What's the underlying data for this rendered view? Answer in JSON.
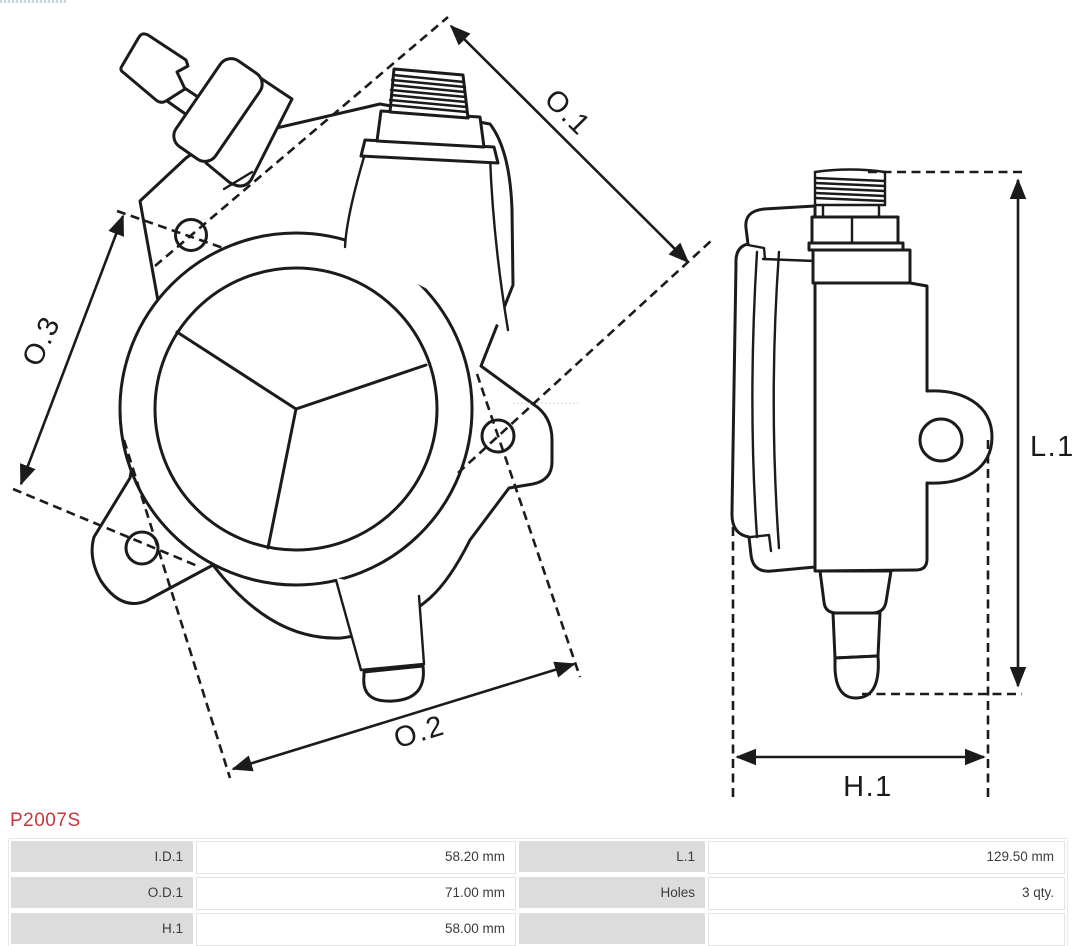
{
  "part": {
    "number": "P2007S"
  },
  "drawing": {
    "labels": {
      "o1": "O.1",
      "o2": "O.2",
      "o3": "O.3",
      "l1": "L.1",
      "h1": "H.1"
    }
  },
  "specs": {
    "left": [
      {
        "label": "I.D.1",
        "value": "58.20 mm"
      },
      {
        "label": "O.D.1",
        "value": "71.00 mm"
      },
      {
        "label": "H.1",
        "value": "58.00 mm"
      }
    ],
    "right": [
      {
        "label": "L.1",
        "value": "129.50 mm"
      },
      {
        "label": "Holes",
        "value": "3 qty."
      },
      {
        "label": "",
        "value": ""
      }
    ]
  }
}
